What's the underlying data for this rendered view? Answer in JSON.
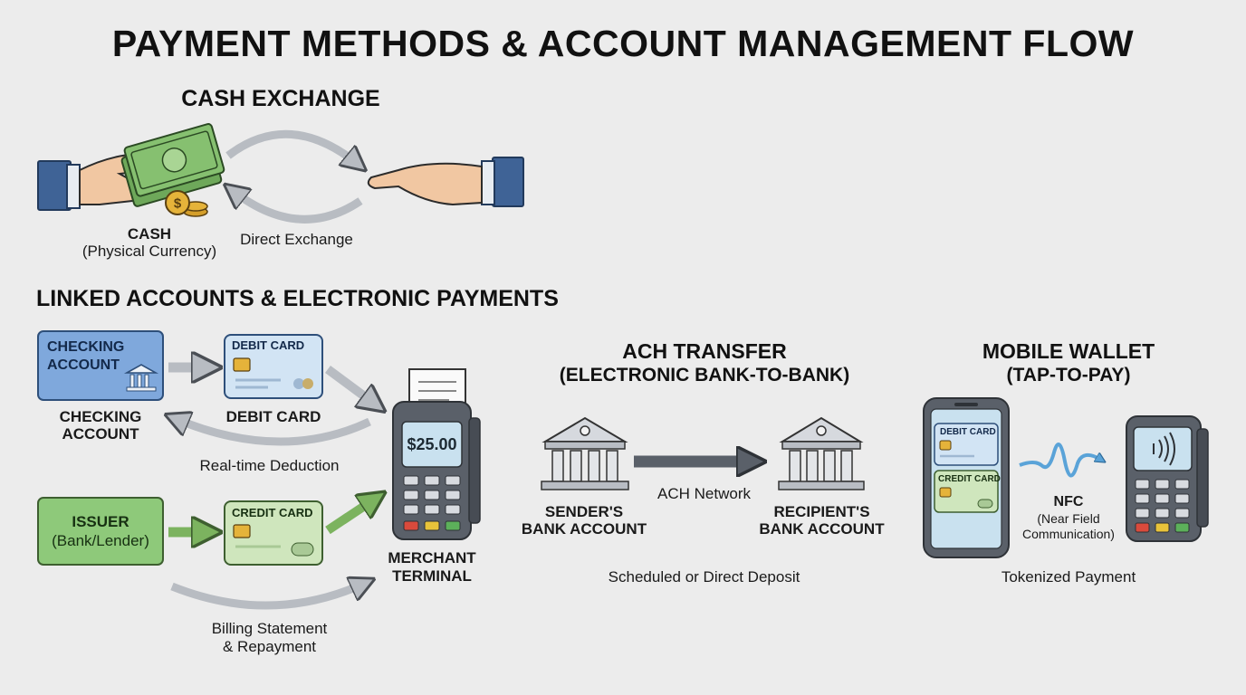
{
  "title": "PAYMENT METHODS & ACCOUNT MANAGEMENT FLOW",
  "cash_exchange": {
    "heading": "CASH EXCHANGE",
    "cash_label_1": "CASH",
    "cash_label_2": "(Physical Currency)",
    "exchange_label": "Direct Exchange",
    "coin_symbol": "$"
  },
  "linked": {
    "heading": "LINKED ACCOUNTS & ELECTRONIC PAYMENTS",
    "checking_card_1": "CHECKING",
    "checking_card_2": "ACCOUNT",
    "checking_label_1": "CHECKING",
    "checking_label_2": "ACCOUNT",
    "debit_card_text": "DEBIT CARD",
    "debit_label": "DEBIT CARD",
    "realtime_label": "Real-time Deduction",
    "issuer_1": "ISSUER",
    "issuer_2": "(Bank/Lender)",
    "credit_card_text": "CREDIT CARD",
    "billing_1": "Billing Statement",
    "billing_2": "& Repayment",
    "terminal_amount": "$25.00",
    "terminal_label_1": "MERCHANT",
    "terminal_label_2": "TERMINAL"
  },
  "ach": {
    "heading_1": "ACH TRANSFER",
    "heading_2": "(ELECTRONIC BANK-TO-BANK)",
    "sender_1": "SENDER'S",
    "sender_2": "BANK ACCOUNT",
    "network": "ACH Network",
    "recipient_1": "RECIPIENT'S",
    "recipient_2": "BANK ACCOUNT",
    "caption": "Scheduled or Direct Deposit"
  },
  "mobile": {
    "heading_1": "MOBILE WALLET",
    "heading_2": "(TAP-TO-PAY)",
    "debit_card_text": "DEBIT CARD",
    "credit_card_text": "CREDIT CARD",
    "nfc_1": "NFC",
    "nfc_2": "(Near Field",
    "nfc_3": "Communication)",
    "caption": "Tokenized Payment"
  },
  "colors": {
    "background": "#ececec",
    "checking_blue": "#7fa8dc",
    "debit_card_blue": "#d2e4f4",
    "issuer_green": "#8ec97a",
    "credit_card_green": "#cfe6bd",
    "cash_green": "#7fba6a",
    "arrow_gray": "#b8bcc2",
    "arrow_green": "#7cb35f",
    "terminal_dark": "#5a6069",
    "screen_blue": "#c9e1ef",
    "nfc_blue": "#5aa3d8",
    "coin_gold": "#e5b33a"
  }
}
